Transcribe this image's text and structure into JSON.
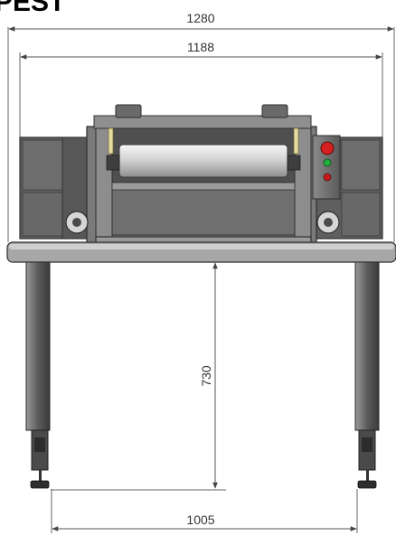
{
  "heading_fragment": "PEST",
  "dimensions": {
    "overall_width": "1280",
    "inner_width": "1188",
    "table_height": "730",
    "leg_spacing": "1005"
  },
  "control_panel": {
    "buttons": [
      {
        "name": "emergency-stop",
        "color": "#d42020"
      },
      {
        "name": "start",
        "color": "#1fae3a"
      },
      {
        "name": "stop",
        "color": "#c81c1c"
      }
    ]
  },
  "colors": {
    "machine_body": "#6e6e6e",
    "machine_dark": "#4a4a4a",
    "frame": "#8a8a8a",
    "roller": "#d9d9d9",
    "dim_line": "#555555"
  }
}
